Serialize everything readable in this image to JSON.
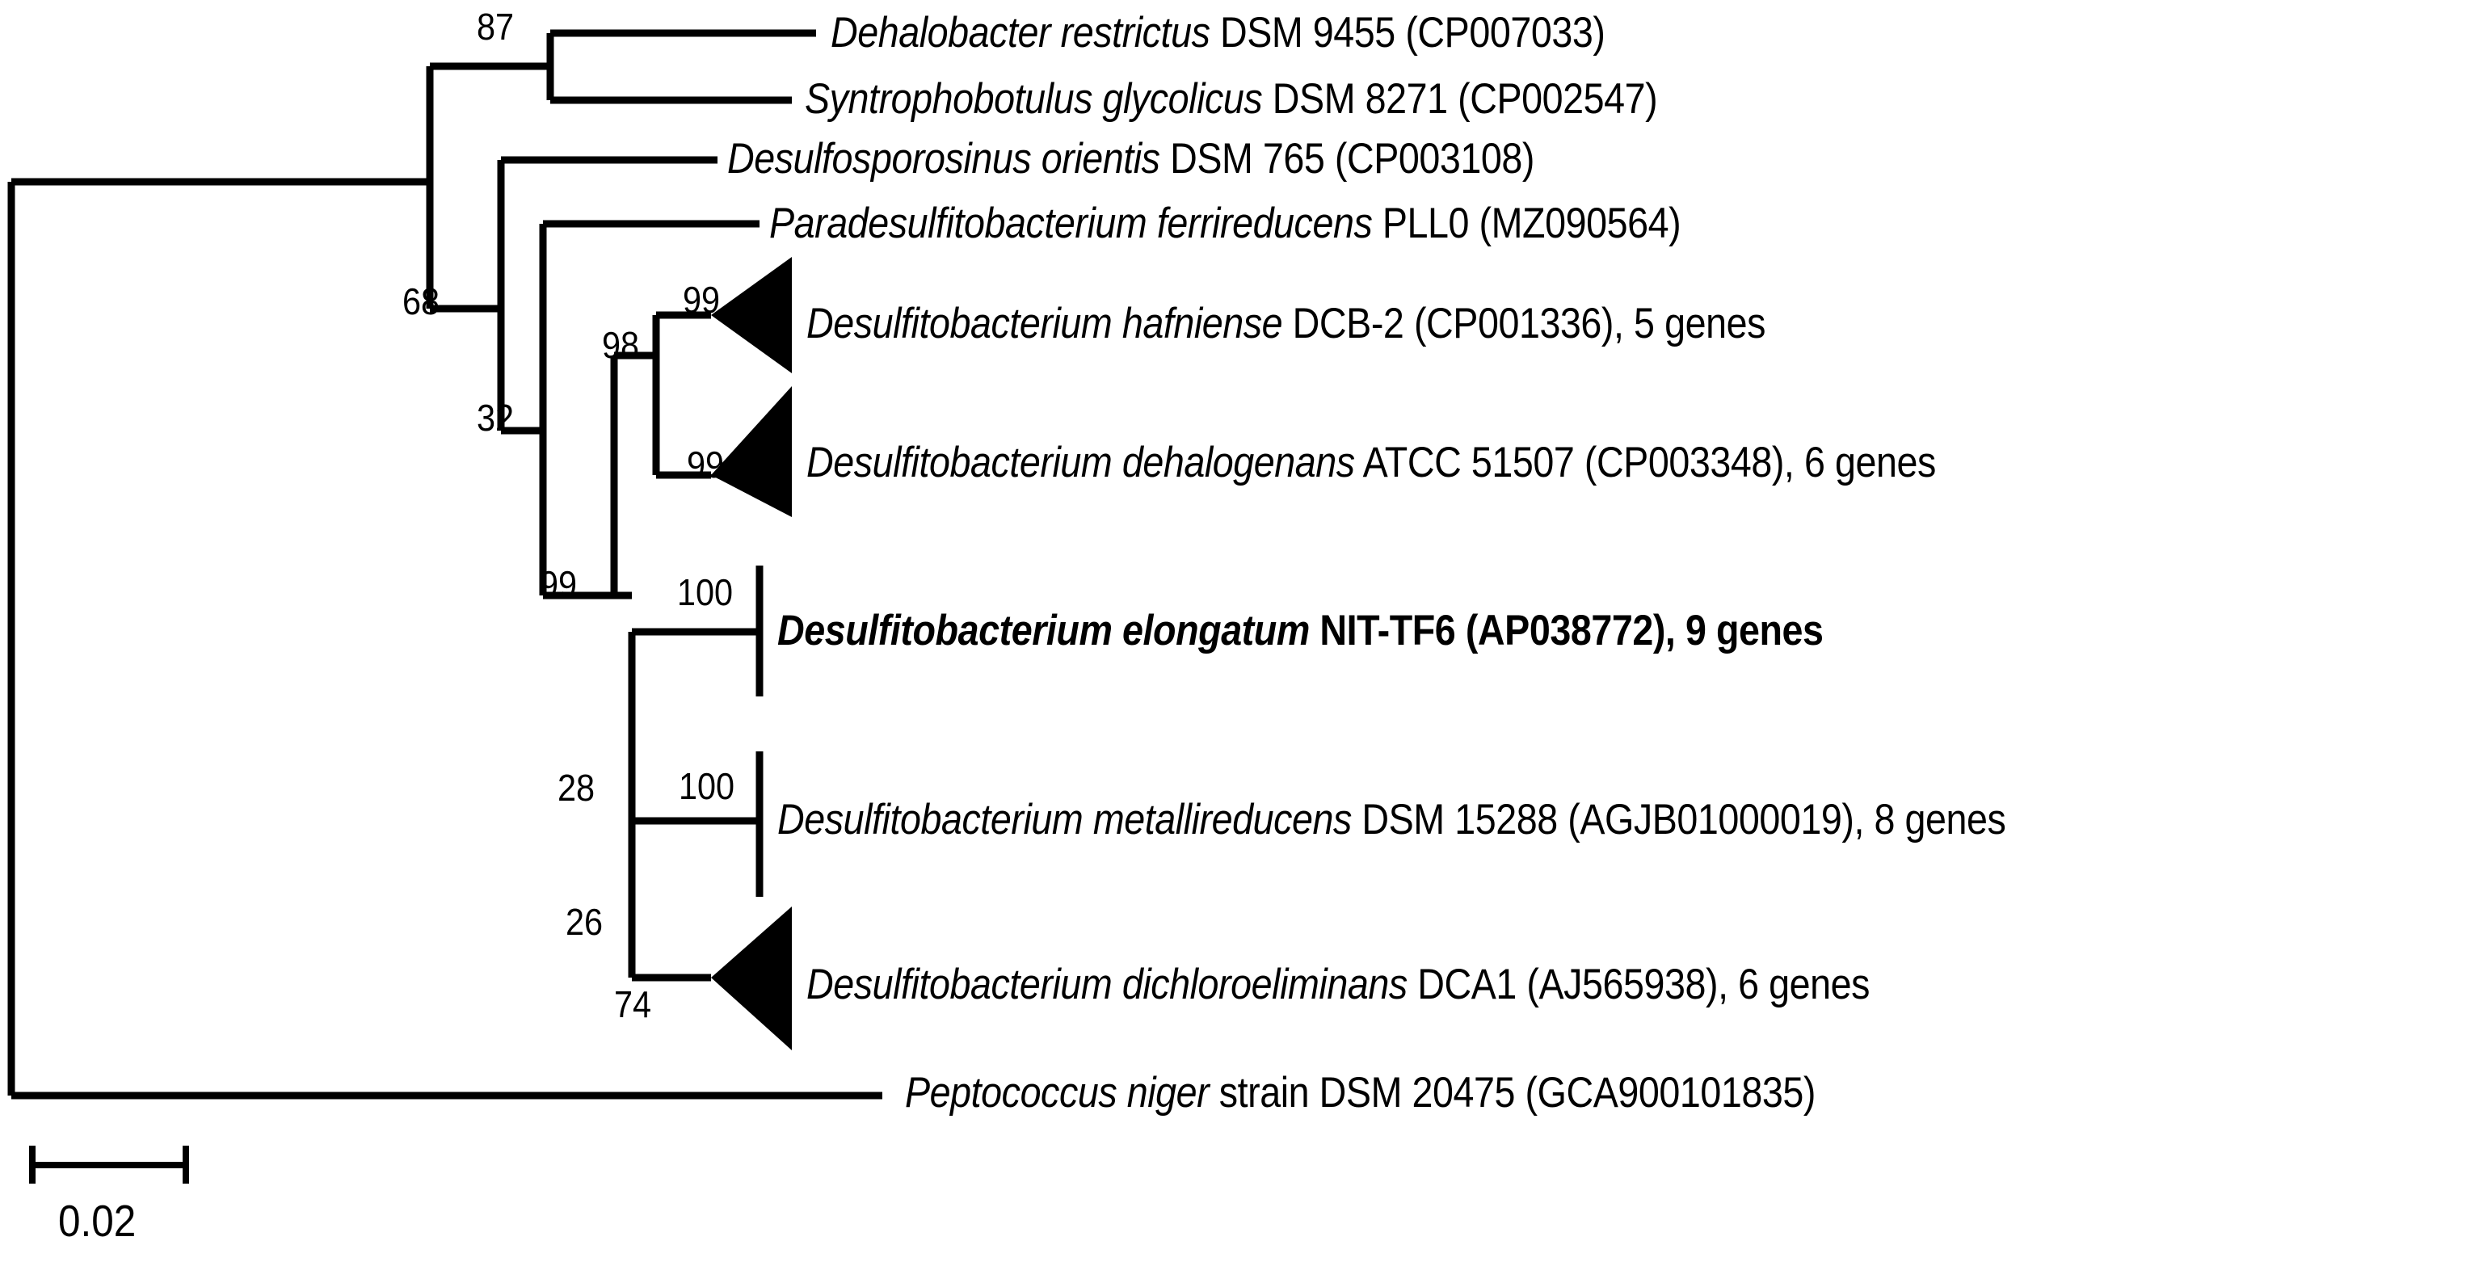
{
  "figure": {
    "type": "phylogenetic-tree",
    "background_color": "#ffffff",
    "line_color": "#000000",
    "orientation": "rectangular-cladogram-left-to-right"
  },
  "chart_data": {
    "type": "tree",
    "title": "",
    "scale_bar": {
      "label": "0.02",
      "value": 0.02,
      "unit": "substitutions per site"
    },
    "node_supports": [
      "87",
      "68",
      "32",
      "98",
      "99",
      "99",
      "99",
      "100",
      "28",
      "100",
      "26",
      "74"
    ],
    "leaves": [
      {
        "id": "dehalobacter-restrictus",
        "species": "Dehalobacter restrictus",
        "suffix": " DSM 9455 (CP007033)",
        "full": "Dehalobacter restrictus DSM 9455 (CP007033)",
        "collapsed": false,
        "bold": false,
        "genes": null
      },
      {
        "id": "syntrophobotulus-glycolicus",
        "species": "Syntrophobotulus glycolicus",
        "suffix": " DSM 8271 (CP002547)",
        "full": "Syntrophobotulus glycolicus DSM 8271 (CP002547)",
        "collapsed": false,
        "bold": false,
        "genes": null
      },
      {
        "id": "desulfosporosinus-orientis",
        "species": "Desulfosporosinus orientis",
        "suffix": " DSM 765 (CP003108)",
        "full": "Desulfosporosinus orientis DSM 765 (CP003108)",
        "collapsed": false,
        "bold": false,
        "genes": null
      },
      {
        "id": "paradesulfitobacterium-ferrireducens",
        "species": "Paradesulfitobacterium ferrireducens",
        "suffix": " PLL0 (MZ090564)",
        "full": "Paradesulfitobacterium ferrireducens PLL0 (MZ090564)",
        "collapsed": false,
        "bold": false,
        "genes": null
      },
      {
        "id": "desulfitobacterium-hafniense",
        "species": "Desulfitobacterium hafniense",
        "suffix": " DCB-2 (CP001336), 5 genes",
        "full": "Desulfitobacterium hafniense DCB-2 (CP001336), 5 genes",
        "collapsed": true,
        "bold": false,
        "genes": "5 genes"
      },
      {
        "id": "desulfitobacterium-dehalogenans",
        "species": "Desulfitobacterium dehalogenans",
        "suffix": " ATCC 51507 (CP003348), 6 genes",
        "full": "Desulfitobacterium dehalogenans ATCC 51507 (CP003348), 6 genes",
        "collapsed": true,
        "bold": false,
        "genes": "6 genes"
      },
      {
        "id": "desulfitobacterium-elongatum",
        "species": "Desulfitobacterium elongatum",
        "suffix": " NIT-TF6 (AP038772), 9 genes",
        "full": "Desulfitobacterium elongatum NIT-TF6 (AP038772), 9 genes",
        "collapsed": false,
        "bold": true,
        "genes": "9 genes"
      },
      {
        "id": "desulfitobacterium-metallireducens",
        "species": "Desulfitobacterium metallireducens",
        "suffix": " DSM 15288 (AGJB01000019), 8 genes",
        "full": "Desulfitobacterium metallireducens DSM 15288 (AGJB01000019), 8 genes",
        "collapsed": false,
        "bold": false,
        "genes": "8 genes"
      },
      {
        "id": "desulfitobacterium-dichloroeliminans",
        "species": "Desulfitobacterium dichloroeliminans",
        "suffix": " DCA1 (AJ565938), 6 genes",
        "full": "Desulfitobacterium dichloroeliminans DCA1 (AJ565938), 6 genes",
        "collapsed": true,
        "bold": false,
        "genes": "6 genes"
      },
      {
        "id": "peptococcus-niger",
        "species": "Peptococcus niger",
        "suffix": " strain DSM 20475 (GCA900101835)",
        "full": "Peptococcus niger strain DSM 20475 (GCA900101835)",
        "collapsed": false,
        "bold": false,
        "genes": null
      }
    ]
  },
  "taxa": {
    "dehalobacter_restrictus": {
      "sci": "Dehalobacter restrictus",
      "rest": " DSM 9455 (CP007033)"
    },
    "syntrophobotulus_glycolicus": {
      "sci": "Syntrophobotulus glycolicus",
      "rest": " DSM 8271 (CP002547)"
    },
    "desulfosporosinus_orientis": {
      "sci": "Desulfosporosinus orientis",
      "rest": " DSM 765 (CP003108)"
    },
    "paradesulfitobacterium_ferrireducens": {
      "sci": "Paradesulfitobacterium ferrireducens",
      "rest": " PLL0 (MZ090564)"
    },
    "desulfitobacterium_hafniense": {
      "sci": "Desulfitobacterium hafniense",
      "rest": " DCB-2 (CP001336), 5 genes"
    },
    "desulfitobacterium_dehalogenans": {
      "sci": "Desulfitobacterium dehalogenans",
      "rest": " ATCC 51507 (CP003348), 6 genes"
    },
    "desulfitobacterium_elongatum": {
      "sci": "Desulfitobacterium elongatum",
      "rest": " NIT-TF6 (AP038772), 9 genes"
    },
    "desulfitobacterium_metallireducens": {
      "sci": "Desulfitobacterium metallireducens",
      "rest": " DSM 15288 (AGJB01000019), 8 genes"
    },
    "desulfitobacterium_dichloroeliminans": {
      "sci": "Desulfitobacterium dichloroeliminans",
      "rest": " DCA1 (AJ565938), 6 genes"
    },
    "peptococcus_niger": {
      "sci": "Peptococcus niger",
      "rest": " strain DSM 20475 (GCA900101835)"
    }
  },
  "supports": {
    "n87": "87",
    "n68": "68",
    "n32": "32",
    "n98": "98",
    "n99_hafniense": "99",
    "n99_dehalogenans": "99",
    "n99_elongatum_clade": "99",
    "n100_elongatum": "100",
    "n28": "28",
    "n100_metallireducens": "100",
    "n26": "26",
    "n74": "74"
  },
  "scale": {
    "label": "0.02"
  }
}
